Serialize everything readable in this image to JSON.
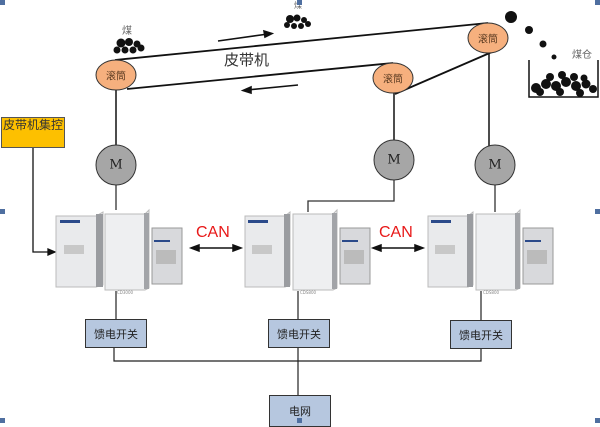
{
  "diagram": {
    "belt_label": "皮带机",
    "coal_label_left": "煤",
    "coal_label_top": "煤",
    "bunker_label": "煤仓",
    "central_control_label": "皮带机集控",
    "drums": [
      {
        "label": "滚筒"
      },
      {
        "label": "滚筒"
      },
      {
        "label": "滚筒"
      }
    ],
    "motors": [
      {
        "label": "M"
      },
      {
        "label": "M"
      },
      {
        "label": "M"
      }
    ],
    "inverter_models": [
      "CD3000",
      "CDS800",
      "CDS800"
    ],
    "can_links": [
      {
        "label": "CAN"
      },
      {
        "label": "CAN"
      }
    ],
    "feed_switches": [
      {
        "label": "馈电开关"
      },
      {
        "label": "馈电开关"
      },
      {
        "label": "馈电开关"
      }
    ],
    "grid_label": "电网",
    "colors": {
      "drum_fill": "#f6b07e",
      "motor_fill": "#a6a6a6",
      "switch_fill": "#b6c7df",
      "control_fill": "#fdc000",
      "can_text": "#e81818",
      "handle": "#4f6fa0"
    }
  }
}
